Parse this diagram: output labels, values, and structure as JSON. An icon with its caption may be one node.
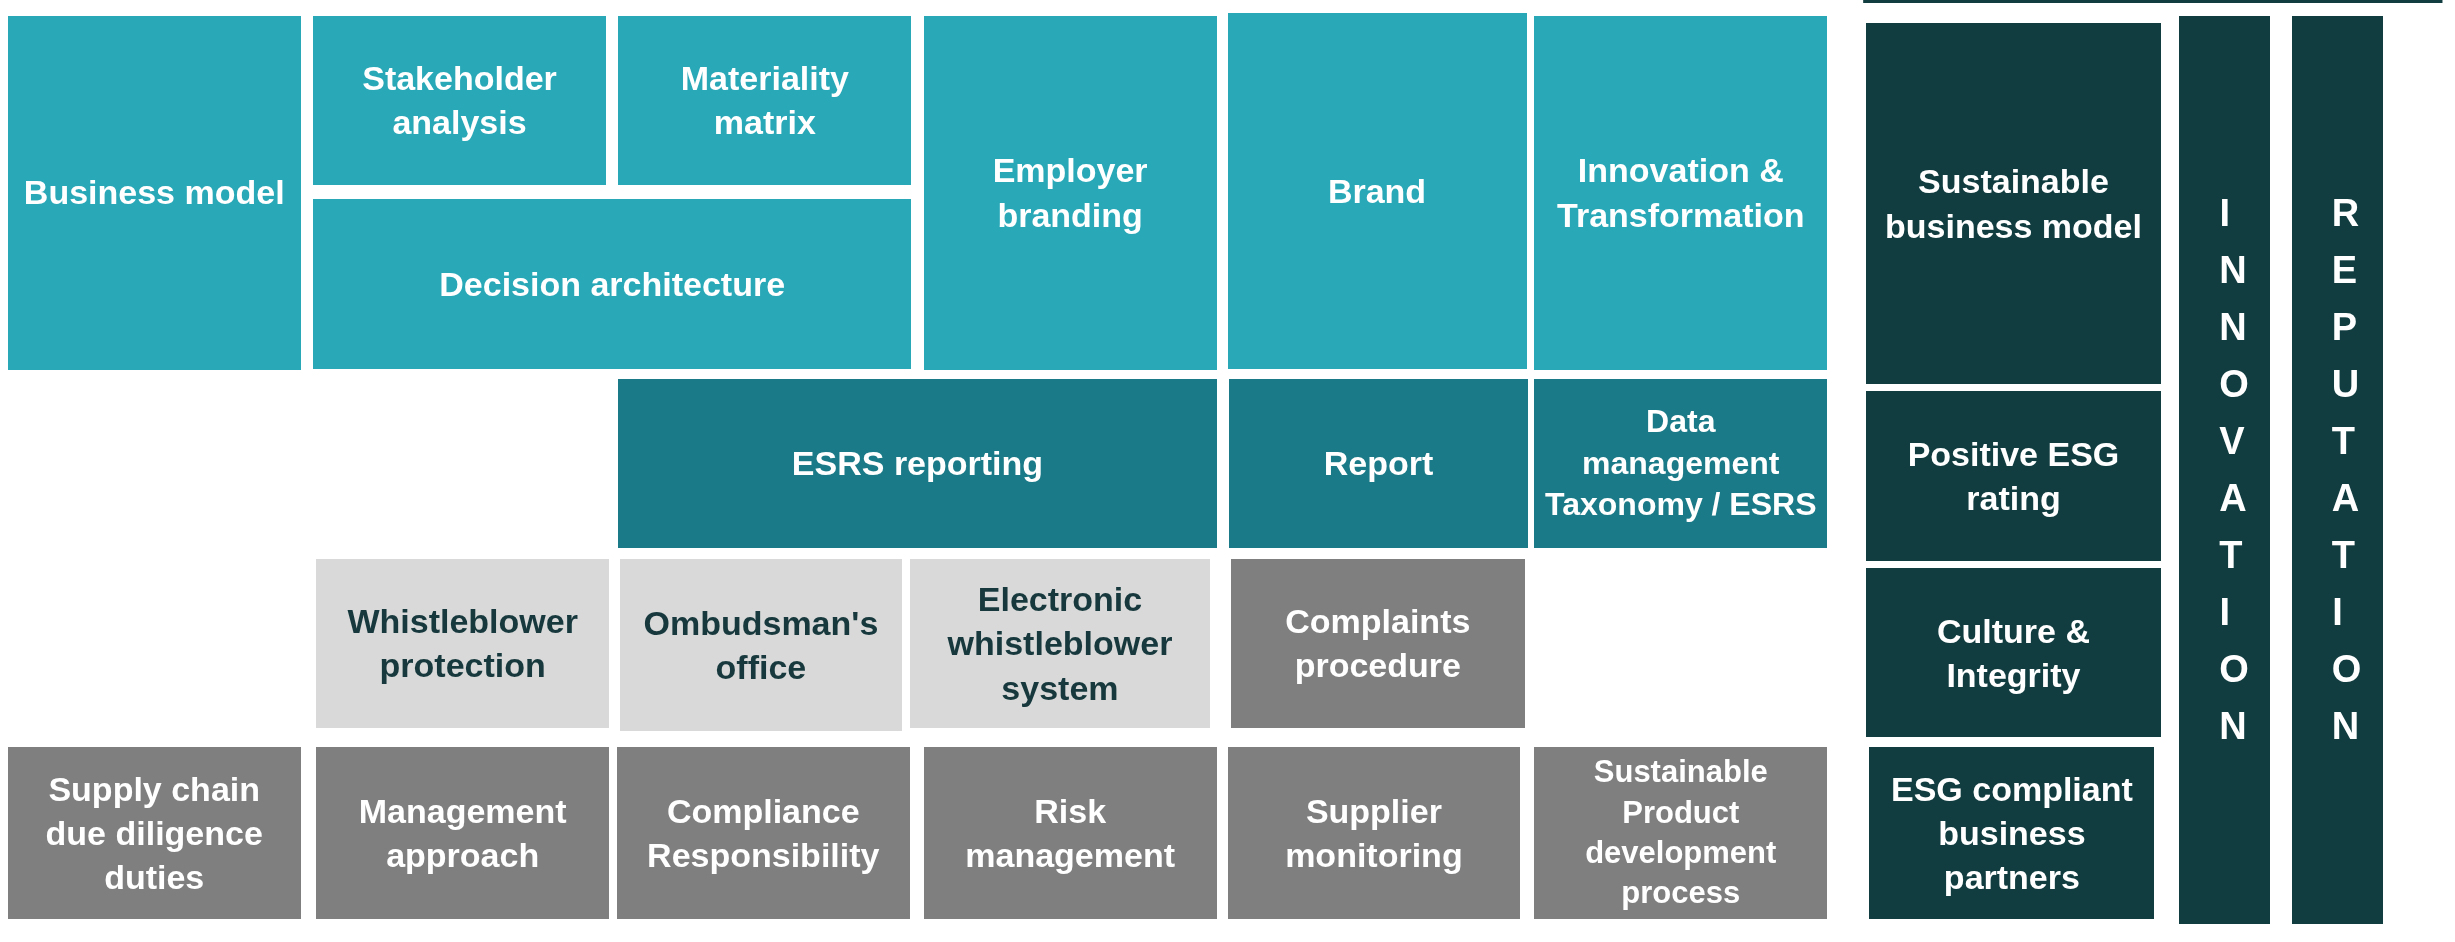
{
  "diagram": {
    "nodes": [
      {
        "text": [
          "Business model"
        ]
      },
      {
        "text": [
          "Stakeholder analysis"
        ]
      },
      {
        "text": [
          "Materiality matrix"
        ]
      },
      {
        "text": [
          "Decision architecture"
        ]
      },
      {
        "text": [
          "Employer branding"
        ]
      },
      {
        "text": [
          "Brand"
        ]
      },
      {
        "text": [
          "Innovation & Transformation"
        ]
      },
      {
        "text": [
          "Sustainable business model"
        ]
      },
      {
        "text": [
          "INNOVATION"
        ]
      },
      {
        "text": [
          "REPUTATION"
        ]
      },
      {
        "text": [
          "ESRS reporting"
        ]
      },
      {
        "text": [
          "Report"
        ]
      },
      {
        "text": [
          "Data management Taxonomy / ESRS"
        ]
      },
      {
        "text": [
          "Positive ESG rating"
        ]
      },
      {
        "text": [
          "Whistleblower protection"
        ]
      },
      {
        "text": [
          "Ombudsman's office"
        ]
      },
      {
        "text": [
          "Electronic whistleblower system"
        ]
      },
      {
        "text": [
          "Complaints procedure"
        ]
      },
      {
        "text": [
          "Culture & Integrity"
        ]
      },
      {
        "text": [
          "Supply chain due diligence duties"
        ]
      },
      {
        "text": [
          "Management approach"
        ]
      },
      {
        "text": [
          "Compliance Responsibility"
        ]
      },
      {
        "text": [
          "Risk management"
        ]
      },
      {
        "text": [
          "Supplier monitoring"
        ]
      },
      {
        "text": [
          "Sustainable Product development process"
        ]
      },
      {
        "text": [
          "ESG compliant business partners"
        ]
      }
    ]
  }
}
